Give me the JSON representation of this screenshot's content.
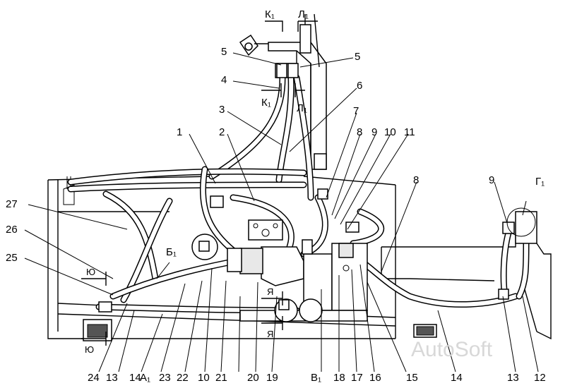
{
  "callouts": {
    "n1": "1",
    "n2": "2",
    "n3": "3",
    "n4": "4",
    "n5a": "5",
    "n5b": "5",
    "n6": "6",
    "n7": "7",
    "n8a": "8",
    "n8b": "8",
    "n9a": "9",
    "n9b": "9",
    "n10a": "10",
    "n10b": "10",
    "n11": "11",
    "n12": "12",
    "n13a": "13",
    "n13b": "13",
    "n14a": "14",
    "n14b": "14",
    "n15": "15",
    "n16": "16",
    "n17": "17",
    "n18": "18",
    "n19": "19",
    "n20": "20",
    "n21": "21",
    "n22": "22",
    "n23": "23",
    "n24": "24",
    "n25": "25",
    "n26": "26",
    "n27": "27"
  },
  "section_marks": {
    "k1_top": "К₁",
    "l1_top": "Л₁",
    "k1_mid": "К₁",
    "l1_mid": "Л₁",
    "g1": "Г₁",
    "b1": "Б₁",
    "yu_top": "Ю",
    "yu_bottom": "Ю",
    "ya_top": "Я",
    "ya_bottom": "Я",
    "a1": "А₁",
    "v1": "В₁"
  },
  "watermark": "AutoSoft"
}
